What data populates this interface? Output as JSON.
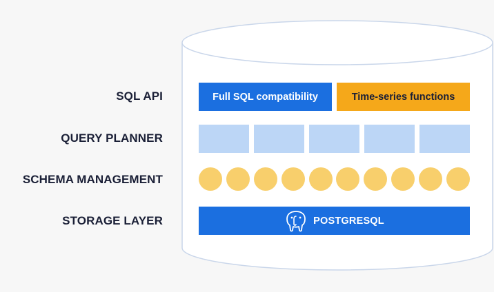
{
  "labels": {
    "sql_api": "SQL API",
    "query_planner": "QUERY PLANNER",
    "schema_management": "SCHEMA MANAGEMENT",
    "storage_layer": "STORAGE LAYER"
  },
  "sql_api": {
    "primary": "Full SQL compatibility",
    "secondary": "Time-series functions"
  },
  "query_planner": {
    "cell_count": 5
  },
  "schema_management": {
    "dot_count": 10
  },
  "storage_layer": {
    "label": "POSTGRESQL",
    "icon": "postgresql-elephant-icon"
  },
  "colors": {
    "background": "#f7f7f7",
    "text_dark": "#1a1f36",
    "blue": "#1b6fe0",
    "orange": "#f5a81a",
    "light_blue": "#bcd6f6",
    "light_yellow": "#f8cf6c",
    "cylinder_stroke": "#c9d6ea"
  }
}
